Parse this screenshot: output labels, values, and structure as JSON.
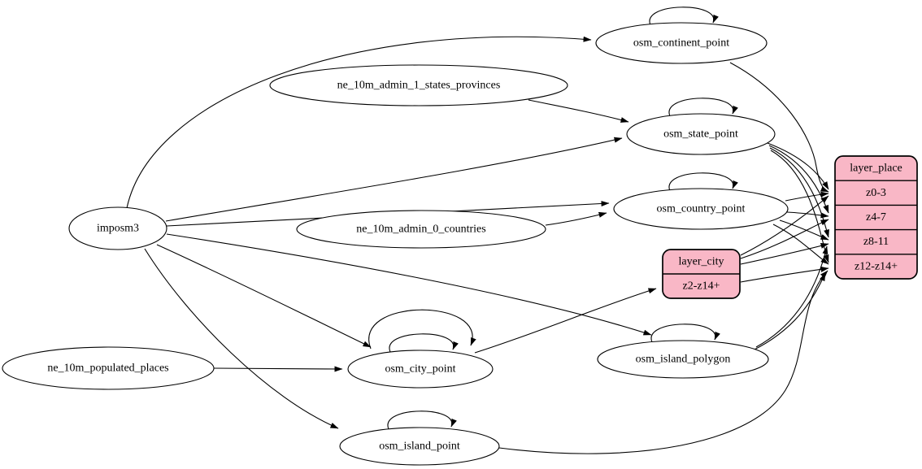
{
  "diagram": {
    "colors": {
      "background": "#FFFFFF",
      "ellipse_fill": "#FFFFFF",
      "record_fill": "#F9B7C6",
      "stroke": "#000000"
    },
    "nodes": [
      {
        "id": "imposm3",
        "shape": "ellipse",
        "label": "imposm3"
      },
      {
        "id": "ne_10m_admin_1_states_provinces",
        "shape": "ellipse",
        "label": "ne_10m_admin_1_states_provinces"
      },
      {
        "id": "ne_10m_admin_0_countries",
        "shape": "ellipse",
        "label": "ne_10m_admin_0_countries"
      },
      {
        "id": "ne_10m_populated_places",
        "shape": "ellipse",
        "label": "ne_10m_populated_places"
      },
      {
        "id": "osm_continent_point",
        "shape": "ellipse",
        "label": "osm_continent_point"
      },
      {
        "id": "osm_state_point",
        "shape": "ellipse",
        "label": "osm_state_point"
      },
      {
        "id": "osm_country_point",
        "shape": "ellipse",
        "label": "osm_country_point"
      },
      {
        "id": "osm_city_point",
        "shape": "ellipse",
        "label": "osm_city_point"
      },
      {
        "id": "osm_island_polygon",
        "shape": "ellipse",
        "label": "osm_island_polygon"
      },
      {
        "id": "osm_island_point",
        "shape": "ellipse",
        "label": "osm_island_point"
      },
      {
        "id": "layer_city",
        "shape": "record",
        "rows": [
          "layer_city",
          "z2-z14+"
        ]
      },
      {
        "id": "layer_place",
        "shape": "record",
        "rows": [
          "layer_place",
          "z0-3",
          "z4-7",
          "z8-11",
          "z12-z14+"
        ]
      }
    ],
    "edges": [
      {
        "from": "imposm3",
        "to": "osm_continent_point"
      },
      {
        "from": "imposm3",
        "to": "osm_state_point"
      },
      {
        "from": "imposm3",
        "to": "osm_country_point"
      },
      {
        "from": "imposm3",
        "to": "osm_city_point"
      },
      {
        "from": "imposm3",
        "to": "osm_island_polygon"
      },
      {
        "from": "imposm3",
        "to": "osm_island_point"
      },
      {
        "from": "ne_10m_admin_1_states_provinces",
        "to": "osm_state_point"
      },
      {
        "from": "ne_10m_admin_0_countries",
        "to": "osm_country_point"
      },
      {
        "from": "ne_10m_populated_places",
        "to": "osm_city_point"
      },
      {
        "from": "osm_continent_point",
        "to": "osm_continent_point"
      },
      {
        "from": "osm_state_point",
        "to": "osm_state_point"
      },
      {
        "from": "osm_country_point",
        "to": "osm_country_point"
      },
      {
        "from": "osm_city_point",
        "to": "osm_city_point",
        "variant": "inner"
      },
      {
        "from": "osm_city_point",
        "to": "osm_city_point",
        "variant": "outer"
      },
      {
        "from": "osm_island_polygon",
        "to": "osm_island_polygon"
      },
      {
        "from": "osm_island_point",
        "to": "osm_island_point"
      },
      {
        "from": "osm_city_point",
        "to": "layer_city:z2-z14+"
      },
      {
        "from": "osm_continent_point",
        "to": "layer_place:z0-3"
      },
      {
        "from": "osm_state_point",
        "to": "layer_place:z0-3"
      },
      {
        "from": "osm_state_point",
        "to": "layer_place:z4-7"
      },
      {
        "from": "osm_state_point",
        "to": "layer_place:z8-11"
      },
      {
        "from": "osm_state_point",
        "to": "layer_place:z12-z14+"
      },
      {
        "from": "osm_country_point",
        "to": "layer_place:z0-3"
      },
      {
        "from": "osm_country_point",
        "to": "layer_place:z4-7"
      },
      {
        "from": "osm_country_point",
        "to": "layer_place:z8-11"
      },
      {
        "from": "osm_country_point",
        "to": "layer_place:z12-z14+"
      },
      {
        "from": "layer_city",
        "to": "layer_place:z0-3"
      },
      {
        "from": "layer_city",
        "to": "layer_place:z4-7"
      },
      {
        "from": "layer_city",
        "to": "layer_place:z8-11"
      },
      {
        "from": "layer_city",
        "to": "layer_place:z12-z14+"
      },
      {
        "from": "osm_island_polygon",
        "to": "layer_place:z8-11"
      },
      {
        "from": "osm_island_polygon",
        "to": "layer_place:z12-z14+"
      },
      {
        "from": "osm_island_point",
        "to": "layer_place:z12-z14+"
      }
    ]
  }
}
